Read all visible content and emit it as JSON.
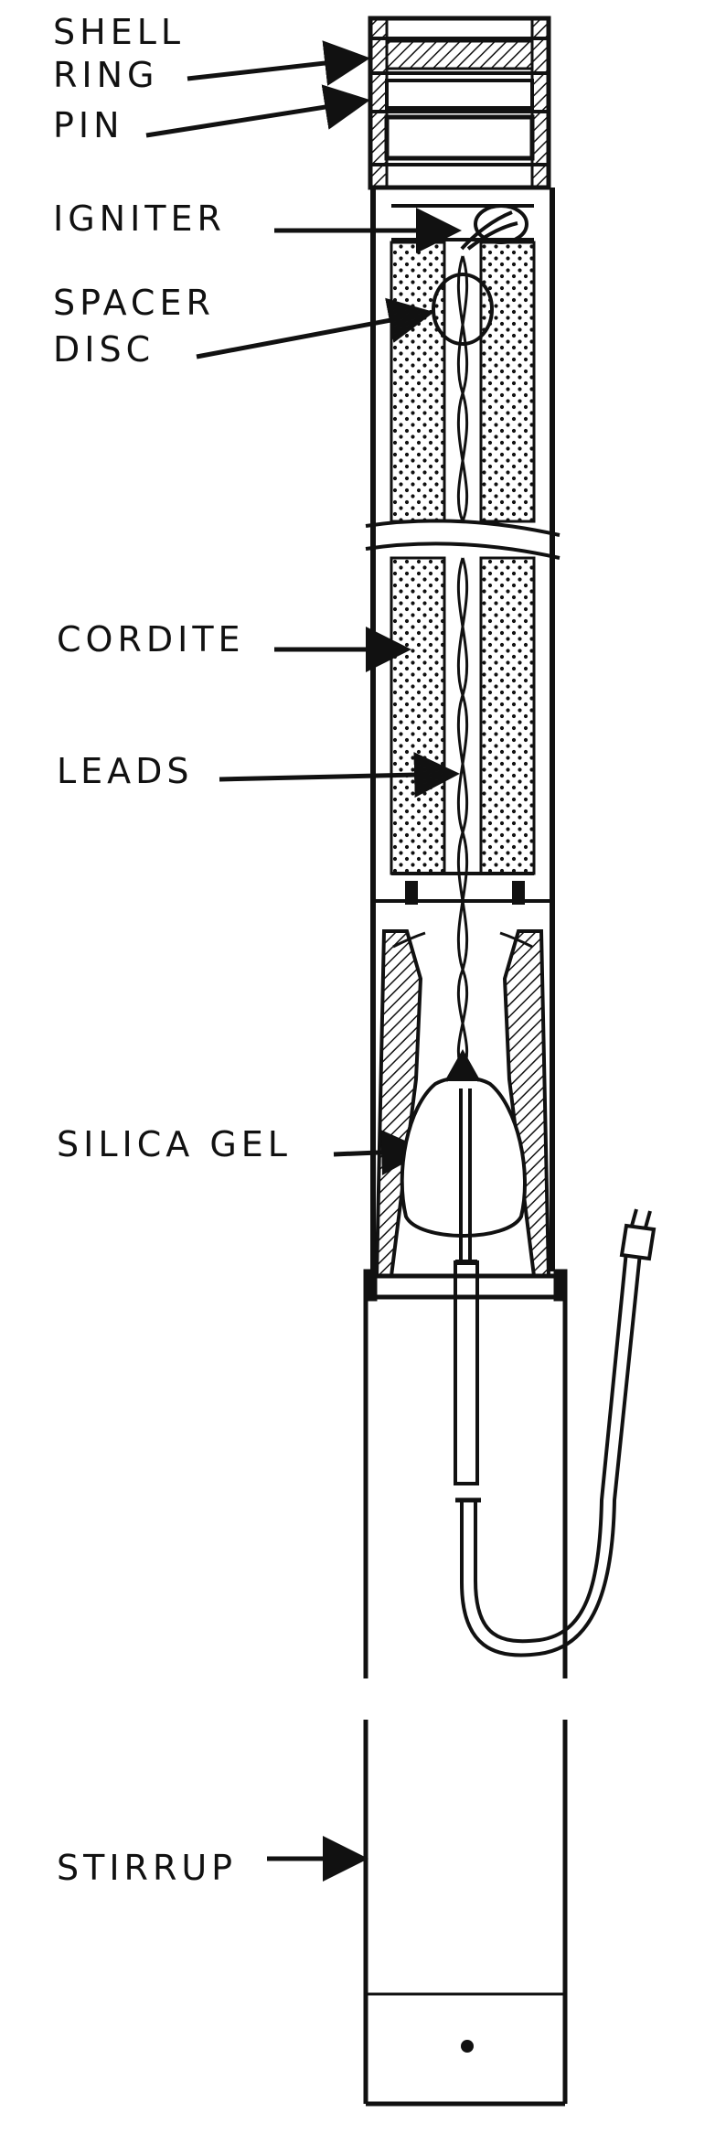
{
  "labels": {
    "shell": "SHELL",
    "ring": "RING",
    "pin": "PIN",
    "igniter": "IGNITER",
    "spacer": "SPACER",
    "disc": "DISC",
    "cordite": "CORDITE",
    "leads": "LEADS",
    "silica_gel": "SILICA GEL",
    "stirrup": "STIRRUP"
  },
  "colors": {
    "ink": "#111111",
    "paper": "#ffffff"
  }
}
